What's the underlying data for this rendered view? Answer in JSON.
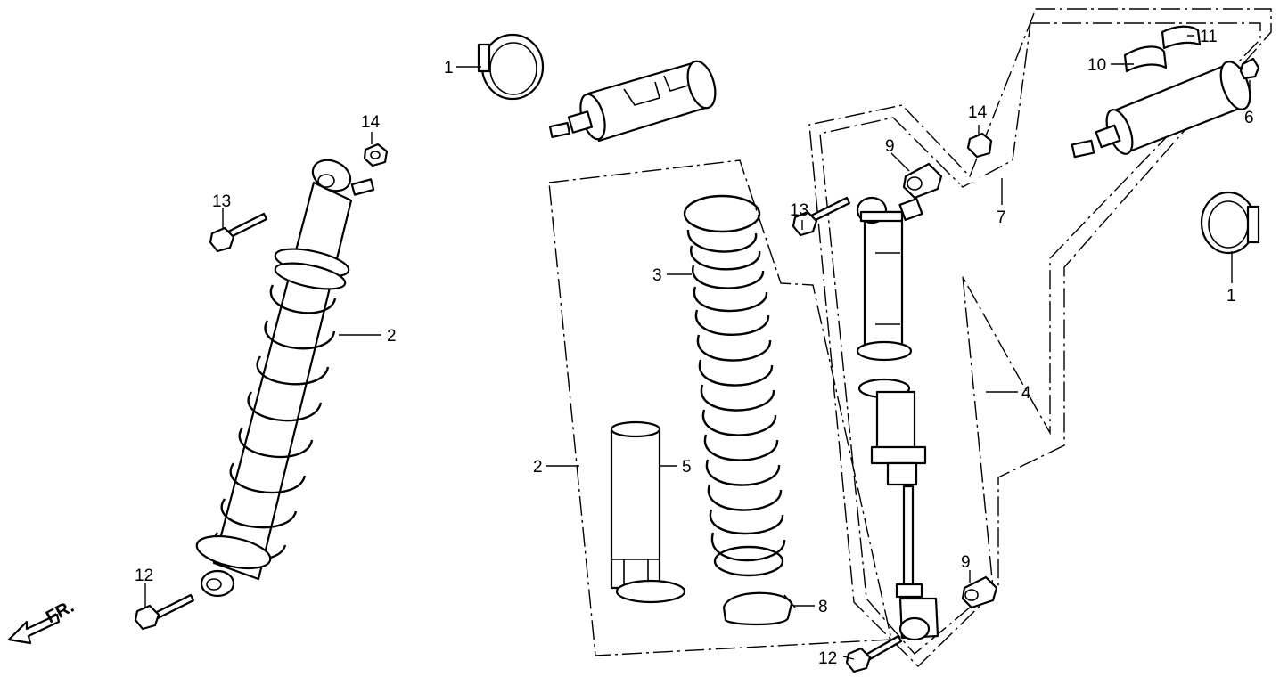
{
  "diagram": {
    "direction_label": "FR.",
    "callouts": {
      "left_band": "1",
      "left_shock": "2",
      "left_nut": "14",
      "left_bolt_top": "13",
      "left_bolt_bottom": "12",
      "spring_group": "2",
      "spring": "3",
      "sleeve": "5",
      "stopper": "8",
      "damper_group": "4",
      "bushing_top": "9",
      "bushing_bottom": "9",
      "hose": "7",
      "right_nut": "14",
      "label_a": "10",
      "label_b": "11",
      "cap": "6",
      "right_band": "1",
      "right_bolt_top": "13",
      "right_bolt_bottom": "12"
    }
  }
}
